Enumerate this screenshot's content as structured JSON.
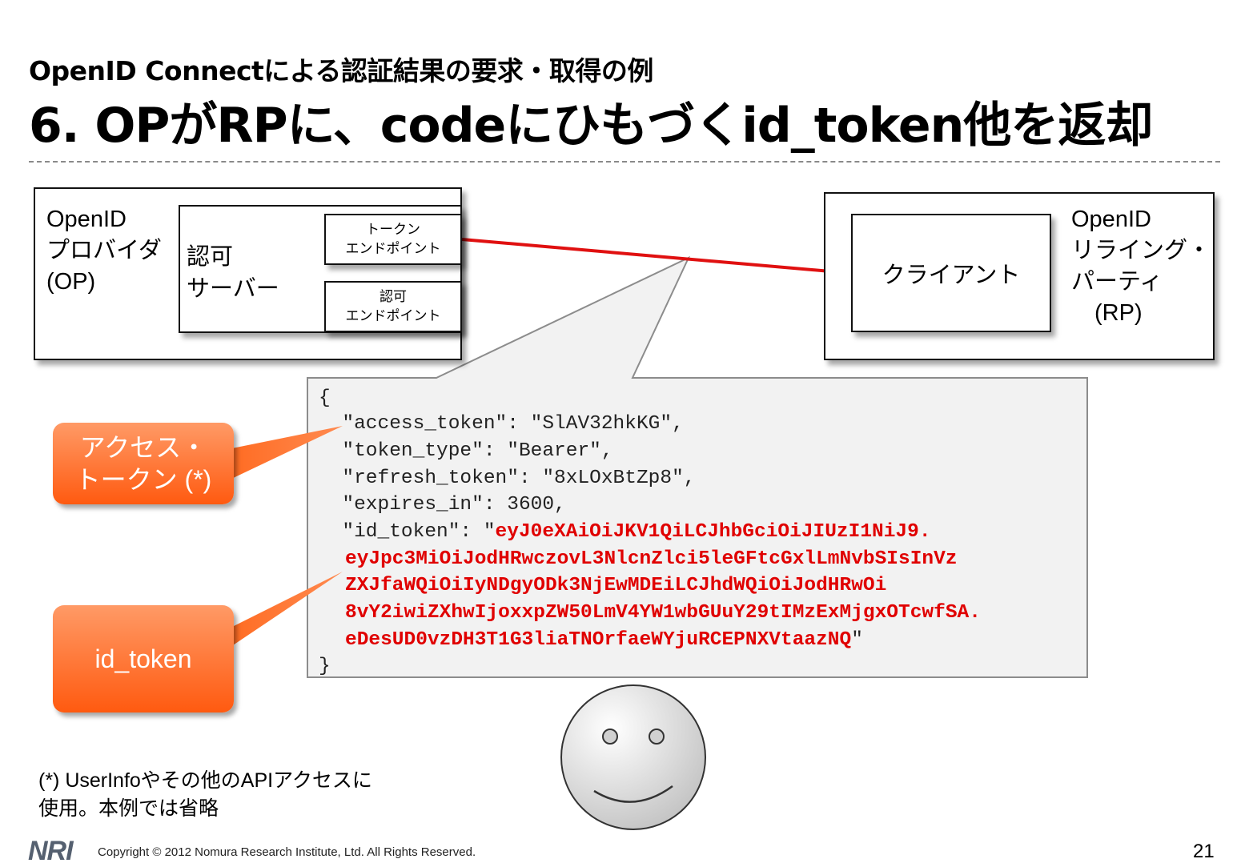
{
  "header": {
    "subtitle": "OpenID Connectによる認証結果の要求・取得の例",
    "title": "6. OPがRPに、codeにひもづくid_token他を返却"
  },
  "op": {
    "label_lines": [
      "OpenID",
      "プロバイダ",
      "(OP)"
    ],
    "server_lines": [
      "認可",
      "サーバー"
    ],
    "token_endpoint_lines": [
      "トークン",
      "エンドポイント"
    ],
    "authz_endpoint_lines": [
      "認可",
      "エンドポイント"
    ]
  },
  "rp": {
    "client_label": "クライアント",
    "label_lines": [
      "OpenID",
      "リライング・",
      "パーティ",
      "　(RP)"
    ]
  },
  "response": {
    "open_brace": "{",
    "access_token_line": "  \"access_token\": \"SlAV32hkKG\",",
    "token_type_line": "  \"token_type\": \"Bearer\",",
    "refresh_token_line": "  \"refresh_token\": \"8xLOxBtZp8\",",
    "expires_in_line": "  \"expires_in\": 3600,",
    "id_token_prefix": "  \"id_token\": \"",
    "id_token_lines": [
      "eyJ0eXAiOiJKV1QiLCJhbGciOiJIUzI1NiJ9.",
      "eyJpc3MiOiJodHRwczovL3NlcnZlci5leGFtcGxlLmNvbSIsInVz",
      "ZXJfaWQiOiIyNDgyODk3NjEwMDEiLCJhdWQiOiJodHRwOi",
      "8vY2iwiZXhwIjoxxpZW50LmV4YW1wbGUuY29tIMzExMjgxOTcwfSA.",
      "eDesUD0vzDH3T1G3liaTNOrfaeWYjuRCEPNXVtaazNQ"
    ],
    "id_token_suffix": "\"",
    "close_brace": "}"
  },
  "callouts": {
    "access_token_lines": [
      "アクセス・",
      "トークン (*)"
    ],
    "id_token": "id_token"
  },
  "footnote_lines": [
    "(*) UserInfoやその他のAPIアクセスに",
    "使用。本例では省略"
  ],
  "footer": {
    "logo": "NRI",
    "copyright": "Copyright © 2012 Nomura Research Institute, Ltd. All Rights Reserved.",
    "page": "21"
  },
  "colors": {
    "arrow": "#e01010",
    "callout": "#ff6a20",
    "code_red": "#e00000"
  }
}
